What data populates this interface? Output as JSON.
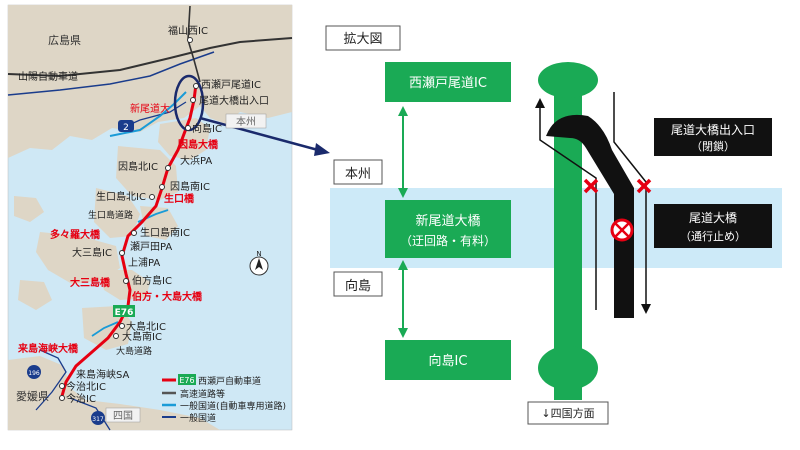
{
  "map": {
    "labels": {
      "hiroshima": "広島県",
      "sanyo": "山陽自動車道",
      "fukuyama_nishi": "福山西IC",
      "nishiseto": "西瀬戸尾道IC",
      "onomichi_ohashi_io": "尾道大橋出入口",
      "shin_onomichi": "新尾道大",
      "honshu": "本州",
      "mukaishima_ic": "向島IC",
      "innoshima_ohashi": "因島大橋",
      "oohama_pa": "大浜PA",
      "innoshima_kita": "因島北IC",
      "innoshima_minami": "因島南IC",
      "ikuchijima_kita": "生口島北IC",
      "ikuchi_bridge": "生口橋",
      "ikuchijima_road": "生口島道路",
      "tatara": "多々羅大橋",
      "ikuchijima_minami": "生口島南IC",
      "setoda_pa": "瀬戸田PA",
      "omishima_ic": "大三島IC",
      "kamiura_pa": "上浦PA",
      "omishima_bridge": "大三島橋",
      "hakata_ic": "伯方島IC",
      "hakata_oshima": "伯方・大島大橋",
      "e76": "E76",
      "oshima_kita": "大島北IC",
      "oshima_minami": "大島南IC",
      "oshima_road": "大島道路",
      "kurushima": "来島海峡大橋",
      "kurushima_sa": "来島海峡SA",
      "imabari_kita": "今治北IC",
      "imabari": "今治IC",
      "ehime": "愛媛県",
      "shikoku": "四国",
      "route2": "2",
      "route196": "196",
      "route317": "317",
      "north": "N"
    },
    "legend": [
      {
        "tag": "E76",
        "text": "西瀬戸自動車道",
        "color": "#e60012"
      },
      {
        "tag": "",
        "text": "高速道路等",
        "color": "#555555"
      },
      {
        "tag": "",
        "text": "一般国道(自動車専用道路)",
        "color": "#1a9bd7"
      },
      {
        "tag": "",
        "text": "一般国道",
        "color": "#1a3c8c"
      }
    ]
  },
  "detail": {
    "title": "拡大図",
    "honshu": "本州",
    "mukaishima": "向島",
    "nishiseto_ic": "西瀬戸尾道IC",
    "shin_onomichi_line1": "新尾道大橋",
    "shin_onomichi_line2": "（迂回路・有料）",
    "mukaishima_ic": "向島IC",
    "exit_line1": "尾道大橋出入口",
    "exit_line2": "（閉鎖）",
    "bridge_line1": "尾道大橋",
    "bridge_line2": "（通行止め）",
    "shikoku_dir": "↓四国方面"
  },
  "colors": {
    "sea": "#cfe8f5",
    "land": "#ded6c6",
    "green": "#1aaa55",
    "red_route": "#e60012",
    "light_blue_band": "#cdeaf8"
  }
}
